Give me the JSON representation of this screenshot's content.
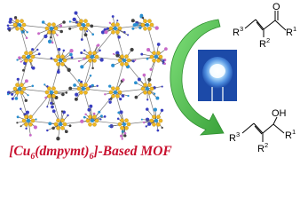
{
  "title": {
    "pre": "[Cu",
    "sub1": "6",
    "mid": "(dmpymt)",
    "sub2": "6",
    "post": "]-Based MOF"
  },
  "top_molecule": {
    "r3": "R",
    "r3_sub": "3",
    "r2": "R",
    "r2_sub": "2",
    "r1": "R",
    "r1_sub": "1",
    "o": "O"
  },
  "bottom_molecule": {
    "r3": "R",
    "r3_sub": "3",
    "r2": "R",
    "r2_sub": "2",
    "r1": "R",
    "r1_sub": "1",
    "oh": "OH"
  },
  "colors": {
    "caption": "#c8102e",
    "arrow": "#4cc64a",
    "led_bg": "#1c4aa8",
    "led_glow": "#9fd8ff",
    "cu_atom": "#f2b81f",
    "s_atom": "#2a8fd0",
    "n_atom": "#3a3fc0",
    "c_atom": "#404040",
    "pink_atom": "#c86ac8"
  },
  "icons": {
    "led": "blue-led-icon",
    "arrow": "curved-green-arrow-icon"
  }
}
